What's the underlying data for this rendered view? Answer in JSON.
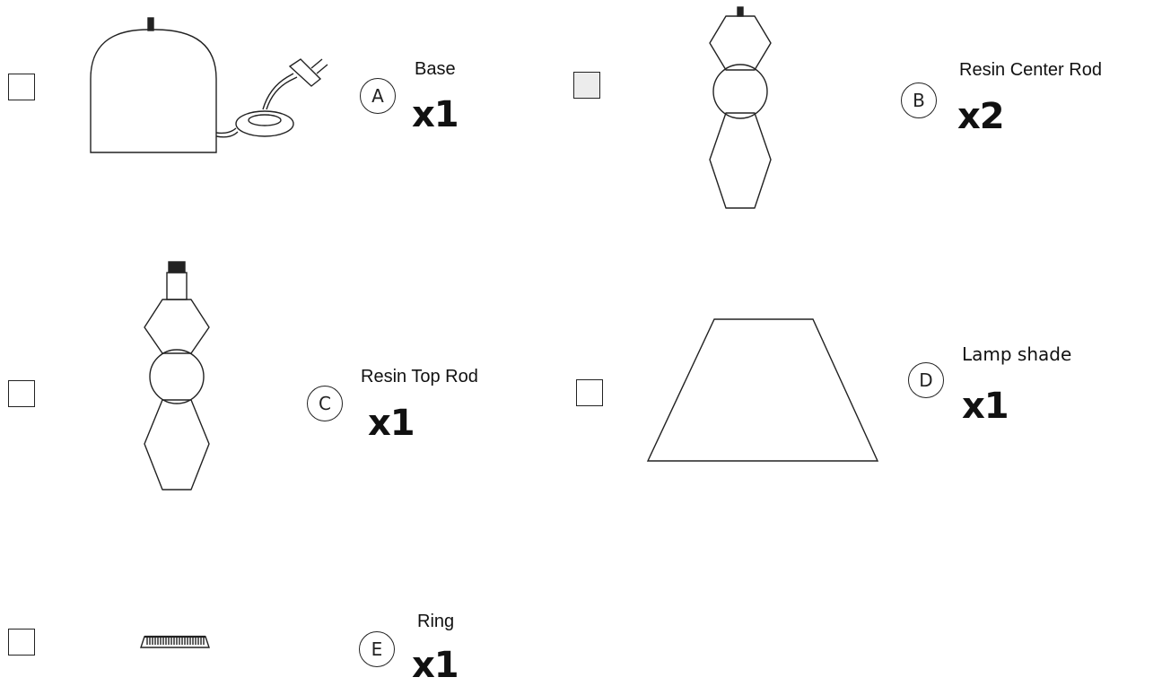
{
  "parts": [
    {
      "id": "A",
      "letter": "A",
      "name": "Base",
      "qty": "x1",
      "checked": false
    },
    {
      "id": "B",
      "letter": "B",
      "name": "Resin Center Rod",
      "qty": "x2",
      "checked": false
    },
    {
      "id": "C",
      "letter": "C",
      "name": "Resin Top Rod",
      "qty": "x1",
      "checked": false
    },
    {
      "id": "D",
      "letter": "D",
      "name": "Lamp shade",
      "qty": "x1",
      "checked": false
    },
    {
      "id": "E",
      "letter": "E",
      "name": "Ring",
      "qty": "x1",
      "checked": false
    }
  ]
}
